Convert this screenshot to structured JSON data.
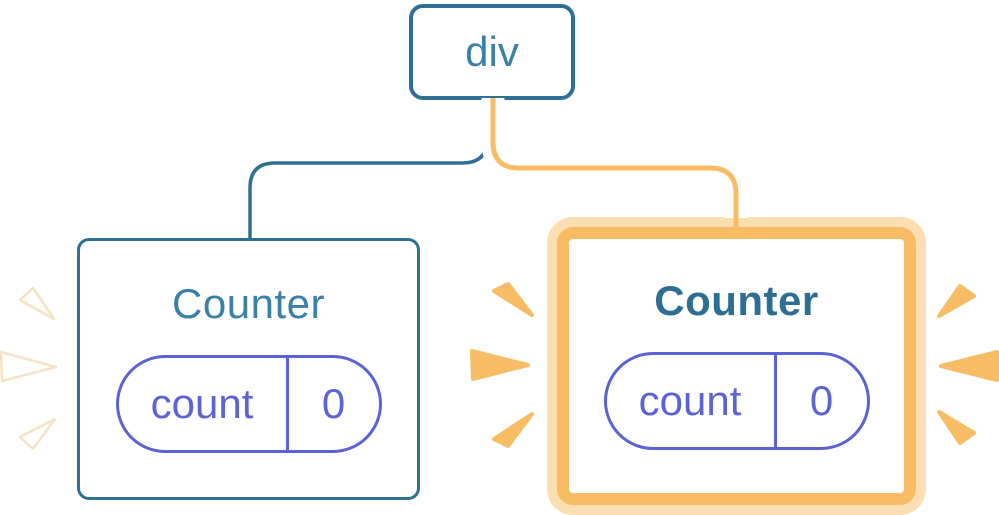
{
  "diagram": {
    "name": "react-component-tree-state-preservation",
    "root_node": {
      "label": "div"
    },
    "children": [
      {
        "label": "Counter",
        "highlighted": false,
        "state": {
          "key": "count",
          "value": "0"
        }
      },
      {
        "label": "Counter",
        "highlighted": true,
        "state": {
          "key": "count",
          "value": "0"
        }
      }
    ],
    "colors": {
      "node_border_blue": "#2E7093",
      "node_text_blue": "#3B80A6",
      "highlighted_text_blue": "#2D6E93",
      "state_pill_purple": "#5B63D3",
      "state_text_purple": "#5C64D4",
      "highlight_orange": "#F8BD64",
      "highlight_orange_light": "#FBDFB2",
      "spark_white": "#FFFFFF"
    }
  }
}
